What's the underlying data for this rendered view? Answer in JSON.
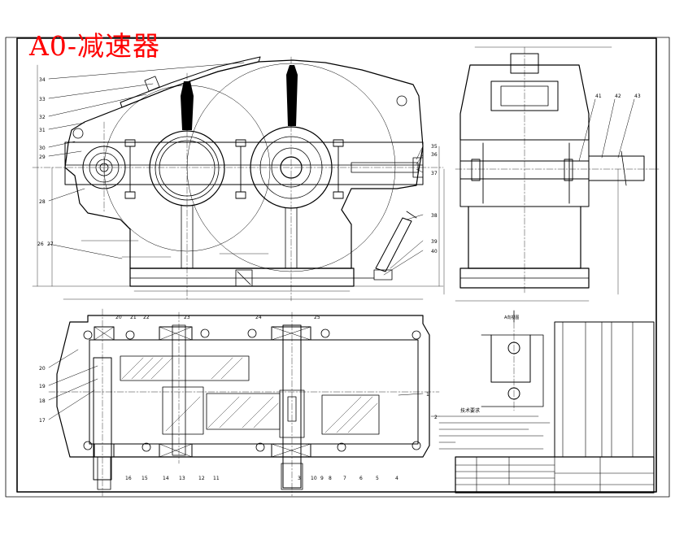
{
  "title": "A0-减速器",
  "colors": {
    "title": "#ff0000",
    "line": "#000000",
    "paper": "#ffffff"
  },
  "callouts": {
    "c1": "1",
    "c2": "2",
    "c3": "3",
    "c4": "4",
    "c5": "5",
    "c6": "6",
    "c7": "7",
    "c8": "8",
    "c9": "9",
    "c10": "10",
    "c11": "11",
    "c12": "12",
    "c13": "13",
    "c14": "14",
    "c15": "15",
    "c16": "16",
    "c17": "17",
    "c18": "18",
    "c19": "19",
    "c20": "20",
    "c20b": "20",
    "c21": "21",
    "c22": "22",
    "c23": "23",
    "c24": "24",
    "c25": "25",
    "c26": "26",
    "c27": "27",
    "c28": "28",
    "c29": "29",
    "c30": "30",
    "c31": "31",
    "c32": "32",
    "c33": "33",
    "c34": "34",
    "c35": "35",
    "c36": "36",
    "c37": "37",
    "c38": "38",
    "c39": "39",
    "c40": "40",
    "c41": "41",
    "c42": "42",
    "c43": "43"
  },
  "section_label": "A向视图",
  "tech_requirements_title": "技术要求"
}
